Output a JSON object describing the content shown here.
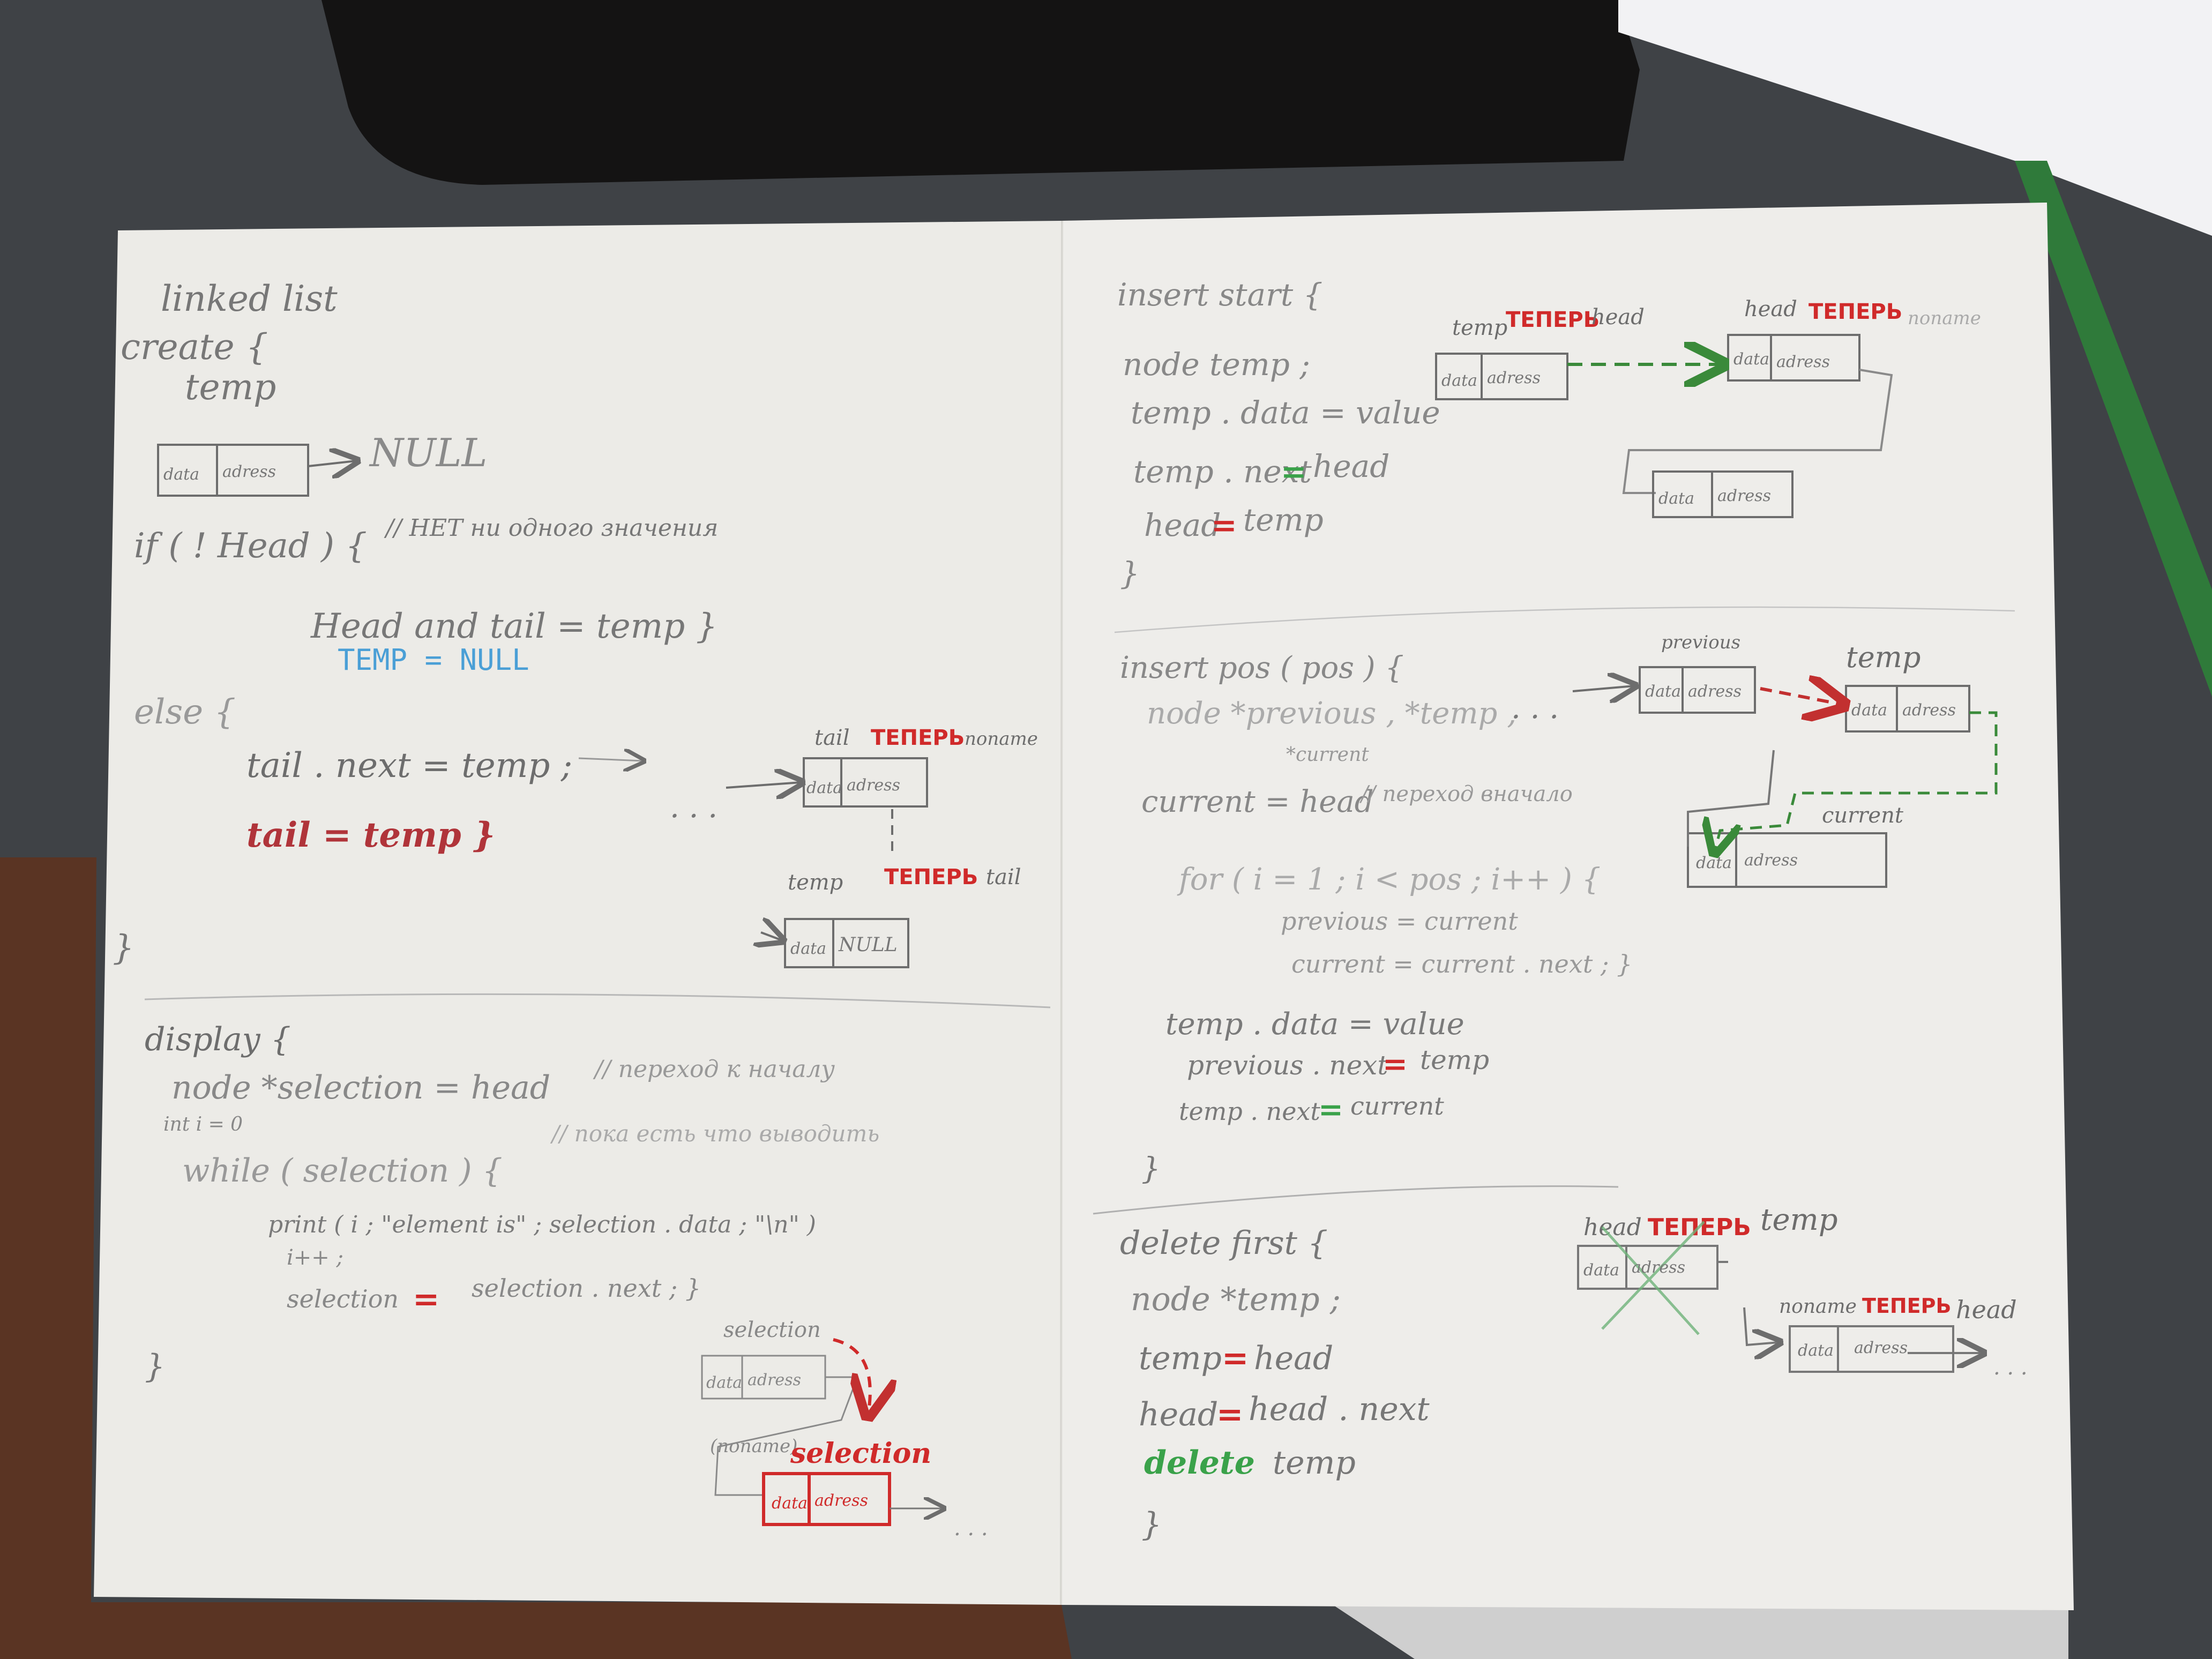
{
  "colors": {
    "desk": "#3f4246",
    "paper": "#ecebe7",
    "pencil": "#6d6d6d",
    "red": "#d02a2a",
    "blue": "#4a9fd6",
    "green": "#3aa24a"
  },
  "left_page": {
    "title": [
      "linked list",
      "create {",
      "temp"
    ],
    "create": {
      "node_data": "data",
      "node_addr": "adress",
      "null_label": "NULL",
      "if_line": "if ( ! Head ) {",
      "if_comment": "// НЕТ ни одного значения",
      "head_tail_line": "Head and tail = temp }",
      "temp_null": "TEMP = NULL",
      "else_line": "else {",
      "tail_next_line": "tail . next = temp ;",
      "tail_temp_line": "tail = temp }",
      "close_brace": "}",
      "diagram": {
        "tail_label": "tail",
        "tail_now": "ТЕПЕРЬ",
        "tail_suffix": "noname",
        "dots": ". . .",
        "node1_data": "data",
        "node1_addr": "adress",
        "temp_label": "temp",
        "temp_now": "ТЕПЕРЬ",
        "temp_suffix": "tail",
        "node2_data": "data",
        "node2_addr": "NULL"
      }
    },
    "display": {
      "header": "display {",
      "line1": "node *selection = head",
      "line1_comment": "// переход к началу",
      "line2": "int i = 0",
      "line3": "while ( selection ) {",
      "line3_comment": "// пока есть что выводить",
      "line4": "print ( i ; \"element is\" ; selection . data ; \"\\n\" )",
      "line5": "i++ ;",
      "line6_a": "selection",
      "line6_eq": "=",
      "line6_b": "selection . next ; }",
      "close_brace": "}",
      "diagram": {
        "selection_top": "selection",
        "node_top_data": "data",
        "node_top_addr": "adress",
        "noname_label": "(noname)",
        "selection_red": "selection",
        "node_red_data": "data",
        "node_red_addr": "adress",
        "dots": ". . ."
      }
    }
  },
  "right_page": {
    "insert_start": {
      "header": "insert start {",
      "line1": "node temp ;",
      "line2": "temp . data = value",
      "line3_a": "temp . next",
      "line3_eq": "=",
      "line3_b": "head",
      "line4_a": "head",
      "line4_eq": "=",
      "line4_b": "temp",
      "close_brace": "}",
      "diagram": {
        "temp_label": "temp",
        "temp_now": "ТЕПЕРЬ",
        "temp_suffix": "head",
        "head_label": "head",
        "head_now": "ТЕПЕРЬ",
        "head_suffix": "noname",
        "node1_data": "data",
        "node1_addr": "adress",
        "node2_data": "data",
        "node2_addr": "adress",
        "node3_data": "data",
        "node3_addr": "adress"
      }
    },
    "insert_pos": {
      "header": "insert pos ( pos ) {",
      "line1": "node *previous , *temp ,",
      "line1b": "*current",
      "line1_dots": ". . .",
      "line2": "current = head",
      "line2_comment": "// переход вначало",
      "line3": "for ( i = 1 ; i < pos ; i++ ) {",
      "line4": "previous = current",
      "line5": "current = current . next ; }",
      "line6": "temp . data = value",
      "line7_a": "previous . next",
      "line7_eq": "=",
      "line7_b": "temp",
      "line8_a": "temp . next",
      "line8_eq": "=",
      "line8_b": "current",
      "close_brace": "}",
      "diagram": {
        "previous_label": "previous",
        "temp_label": "temp",
        "current_label": "current",
        "node_prev_data": "data",
        "node_prev_addr": "adress",
        "node_temp_data": "data",
        "node_temp_addr": "adress",
        "node_cur_data": "data",
        "node_cur_addr": "adress"
      }
    },
    "delete_first": {
      "header": "delete first {",
      "line1": "node *temp ;",
      "line2_a": "temp",
      "line2_eq": "=",
      "line2_b": "head",
      "line3_a": "head",
      "line3_eq": "=",
      "line3_b": "head . next",
      "line4_a": "delete",
      "line4_b": "temp",
      "close_brace": "}",
      "diagram": {
        "head_label": "head",
        "head_now": "ТЕПЕРЬ",
        "head_suffix": "temp",
        "noname_label": "noname",
        "noname_now": "ТЕПЕРЬ",
        "noname_suffix": "head",
        "node1_data": "data",
        "node1_addr": "adress",
        "node2_data": "data",
        "node2_addr": "adress",
        "dots": ". . ."
      }
    }
  }
}
